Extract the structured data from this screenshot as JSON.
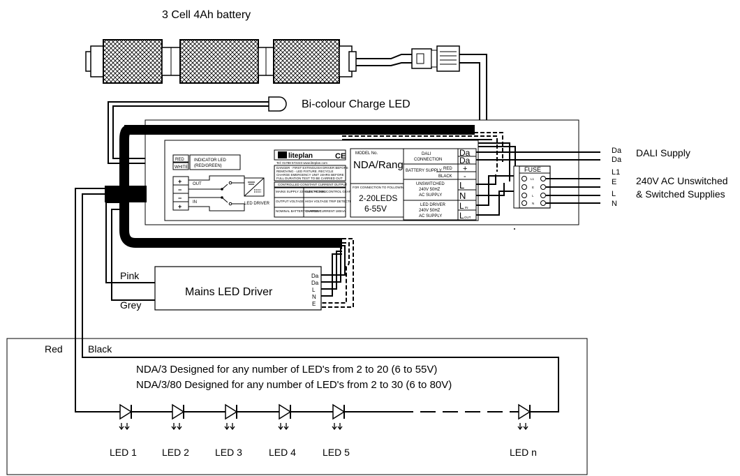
{
  "battery": {
    "title": "3 Cell 4Ah battery"
  },
  "charge_led": {
    "label": "Bi-colour Charge LED"
  },
  "unit": {
    "indicator": {
      "red": "RED",
      "white": "WHITE",
      "label1": "INDICATOR LED",
      "label2": "(RED/GREEN)"
    },
    "led_driver": {
      "out": "OUT",
      "in": "IN",
      "plus": "+",
      "minus": "−",
      "label": "LED DRIVER"
    },
    "brand": "liteplan",
    "ce": "CE",
    "model_label": "MODEL No.",
    "model": "NDA/Range",
    "connection_heading": "FOR CONNECTION TO FOLLOWING",
    "leds_spec": "2-20LEDS",
    "volt_spec": "6-55V",
    "small_text": {
      "contact": "Tel: 01788 572223  www.liteplan.com",
      "warn1": "DANGER - FIRST EXTINGUISH DRIVER BEFORE",
      "warn2": "REMOVING - LED FIXTURE. RECYCLE",
      "warn3": "CHARGE EMERGENCY UNIT 24HRS BEFORE",
      "warn4": "FULL DURATION TEST TO BE CARRIED OUT",
      "controls": "CONTROLLED CONSTANT CURRENT OUTPUT",
      "rows": [
        [
          "MAINS SUPPLY 220-240V AC 50Hz",
          "ELECTRONIC CONTROL GEAR"
        ],
        [
          "OUTPUT VOLTAGE",
          "HIGH VOLTAGE TRIP DETECTION"
        ],
        [
          "NOMINAL BATTERY CURRENT",
          "CHARGE CURRENT 180mA"
        ]
      ]
    },
    "dali_connection": "DALI CONNECTION",
    "da1": "Da",
    "da2": "Da",
    "battery_supply": "BATTERY SUPPLY",
    "red": "RED",
    "black": "BLACK",
    "plus": "+",
    "minus": "-",
    "unswitched": [
      "UNSWITCHED",
      "240V 50HZ",
      "AC SUPPLY"
    ],
    "led_driver_supply": [
      "LED DRIVER",
      "240V 50HZ",
      "AC SUPPLY"
    ],
    "l": "L",
    "n": "N",
    "l_in": "IN",
    "l_out": "OUT",
    "fuse": "FUSE"
  },
  "terminal_labels": [
    "Da",
    "Da",
    "L1",
    "E",
    "L",
    "N"
  ],
  "dali_supply": "DALI Supply",
  "ac_supply": [
    "240V AC Unswitched",
    "& Switched Supplies"
  ],
  "mains_driver": {
    "label": "Mains LED Driver",
    "pins": [
      "Da",
      "Da",
      "L",
      "N",
      "E"
    ],
    "pink": "Pink",
    "grey": "Grey"
  },
  "led_box": {
    "red": "Red",
    "black": "Black",
    "line1": "NDA/3     Designed for any number of LED's from 2 to 20 (6 to 55V)",
    "line2": "NDA/3/80 Designed for any number of LED's from 2 to 30 (6 to 80V)",
    "leds": [
      "LED 1",
      "LED 2",
      "LED 3",
      "LED 4",
      "LED 5",
      "LED n"
    ]
  }
}
